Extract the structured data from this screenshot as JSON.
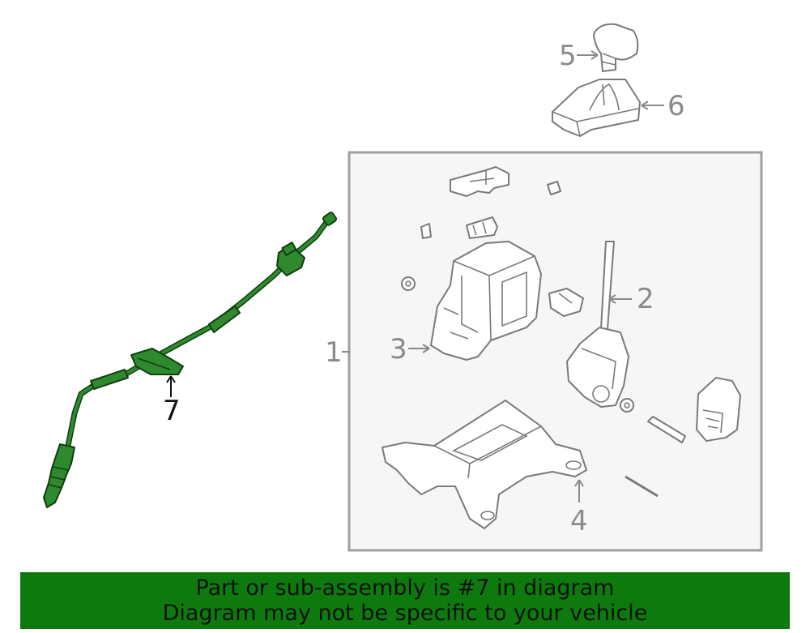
{
  "callouts": {
    "c1": "1",
    "c2": "2",
    "c3": "3",
    "c4": "4",
    "c5": "5",
    "c6": "6",
    "c7": "7"
  },
  "highlighted_part": "7",
  "colors": {
    "highlight": "#2f8a2f",
    "banner": "#0e7a0e",
    "box_fill": "#f6f6f6",
    "box_border": "#a0a0a0"
  },
  "banner": {
    "line1": "Part or sub-assembly is #7 in diagram",
    "line2": "Diagram may not be specific to your vehicle"
  }
}
